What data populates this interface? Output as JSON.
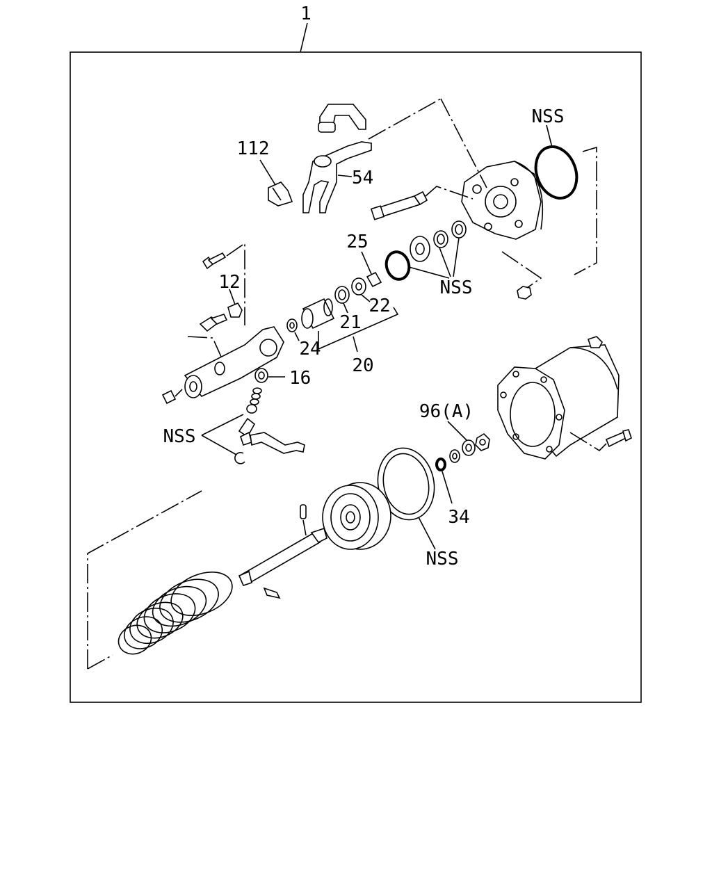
{
  "diagram": {
    "labels": {
      "assembly": "1",
      "nss_top": "NSS",
      "part_112": "112",
      "part_54": "54",
      "part_25": "25",
      "nss_seals": "NSS",
      "part_12": "12",
      "part_22": "22",
      "part_21": "21",
      "part_24": "24",
      "part_20": "20",
      "part_16": "16",
      "nss_left": "NSS",
      "part_96a": "96(A)",
      "part_34": "34",
      "nss_pulley": "NSS"
    }
  }
}
